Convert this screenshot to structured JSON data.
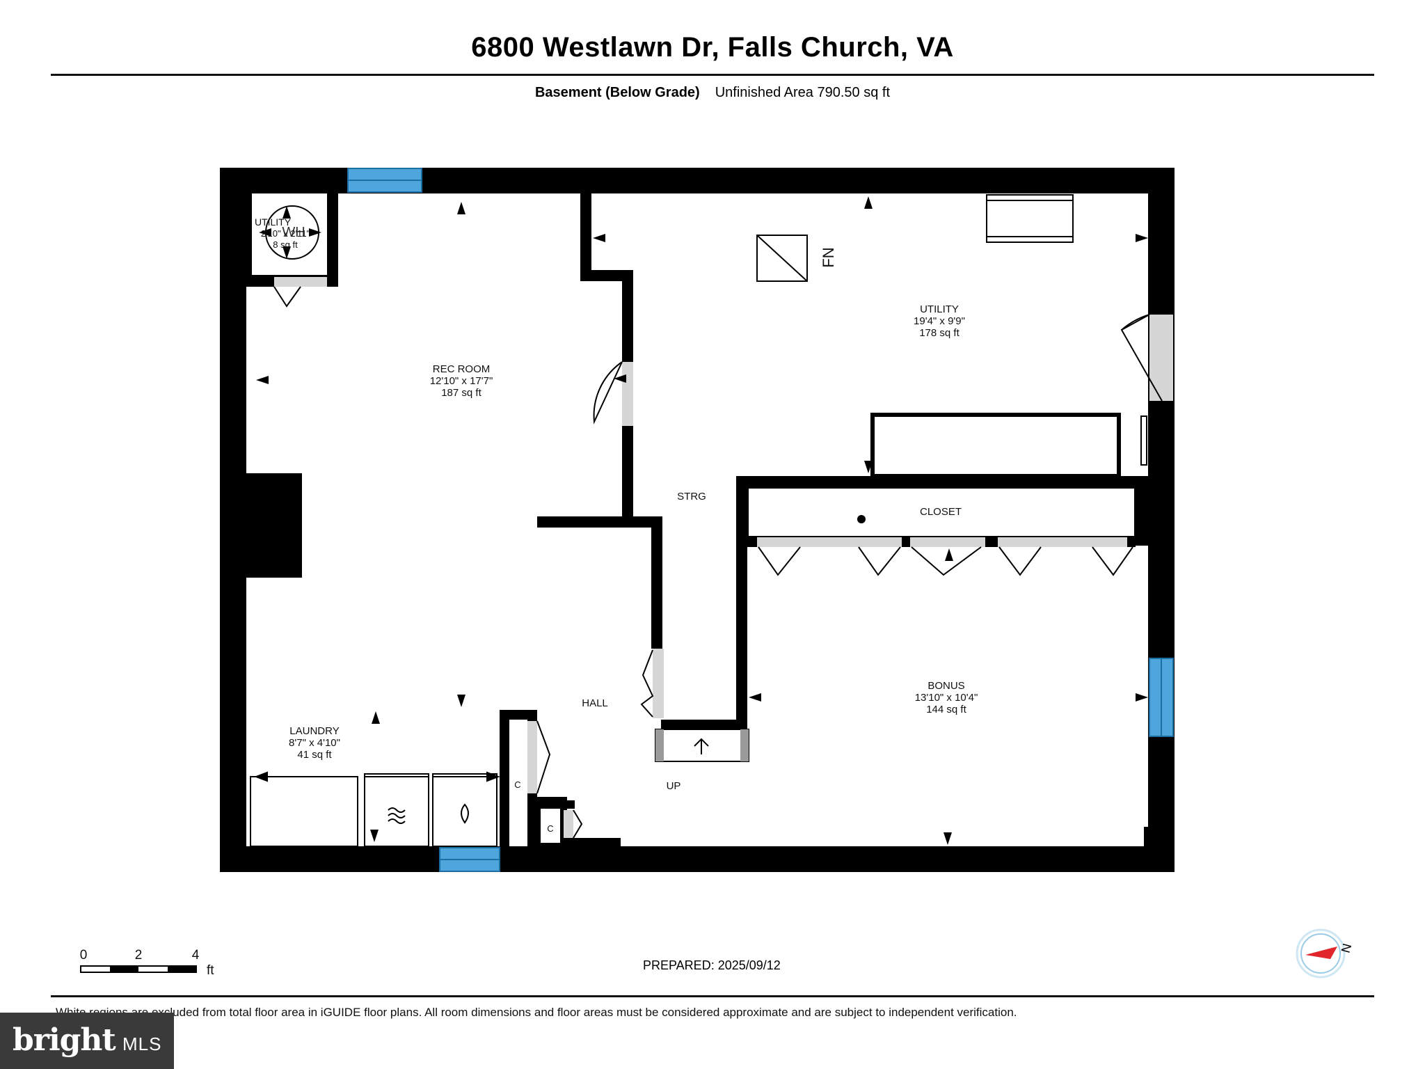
{
  "header": {
    "title": "6800 Westlawn Dr, Falls Church, VA",
    "level": "Basement (Below Grade)",
    "area": "Unfinished Area 790.50 sq ft"
  },
  "rooms": [
    {
      "id": "utility-small",
      "name": "UTILITY",
      "dims": "2'10\" x 2'11\"",
      "area": "8 sq ft"
    },
    {
      "id": "rec-room",
      "name": "REC ROOM",
      "dims": "12'10\" x 17'7\"",
      "area": "187 sq ft"
    },
    {
      "id": "utility",
      "name": "UTILITY",
      "dims": "19'4\" x 9'9\"",
      "area": "178 sq ft"
    },
    {
      "id": "bonus",
      "name": "BONUS",
      "dims": "13'10\" x 10'4\"",
      "area": "144 sq ft"
    },
    {
      "id": "laundry",
      "name": "LAUNDRY",
      "dims": "8'7\" x 4'10\"",
      "area": "41 sq ft"
    }
  ],
  "labels": {
    "strg": "STRG",
    "closet": "CLOSET",
    "hall": "HALL",
    "up": "UP",
    "closet_c1": "C",
    "closet_c2": "C",
    "water_heater": "WH",
    "furnace": "FN"
  },
  "scale": {
    "ticks": [
      "0",
      "2",
      "4"
    ],
    "unit": "ft"
  },
  "footer": {
    "prepared": "PREPARED: 2025/09/12",
    "disclaimer": "White regions are excluded from total floor area in iGUIDE floor plans. All room dimensions and floor areas must be considered approximate and are subject to independent verification.",
    "compass_n": "N"
  },
  "brand": {
    "name": "bright",
    "suffix": "MLS"
  },
  "colors": {
    "wall": "#000000",
    "window": "#4ea6dc",
    "door": "#d6d6d6",
    "compass": "#e0262a"
  }
}
